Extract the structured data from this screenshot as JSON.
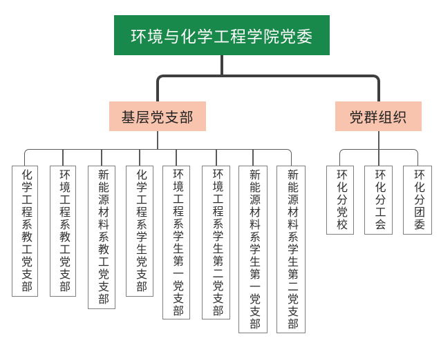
{
  "org": {
    "root": "环境与化学工程学院党委",
    "groups": [
      {
        "label": "基层党支部",
        "children": [
          "化学工程系教工党支部",
          "环境工程系教工党支部",
          "新能源材料系教工党支部",
          "化学工程系学生党支部",
          "环境工程系学生第一党支部",
          "环境工程系学生第二党支部",
          "新能源材料系学生第一党支部",
          "新能源材料系学生第二党支部"
        ]
      },
      {
        "label": "党群组织",
        "children": [
          "环化分党校",
          "环化分工会",
          "环化分团委"
        ]
      }
    ]
  },
  "colors": {
    "root_background": "#18894a",
    "root_text": "#ffffff",
    "group_background": "#f8c4ae",
    "group_text": "#1f1f1f",
    "leaf_border": "#7f7f7f",
    "leaf_text": "#2e2e2e",
    "connector_thick": "#3f3f3f",
    "connector_thin": "#595959",
    "page_background": "#ffffff"
  }
}
